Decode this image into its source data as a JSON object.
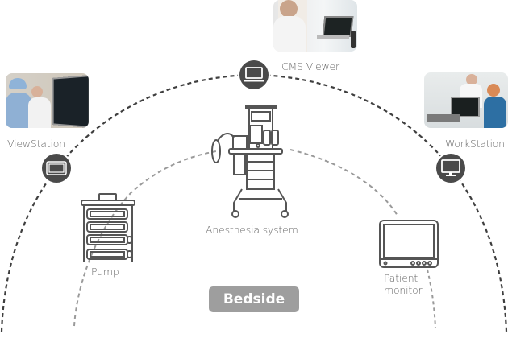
{
  "title": "Bedside connectivity diagram",
  "center_label": "Bedside",
  "nodes": {
    "cms_viewer": {
      "label": "CMS Viewer",
      "icon": "laptop-icon"
    },
    "viewstation": {
      "label": "ViewStation",
      "icon": "display-panel-icon"
    },
    "workstation": {
      "label": "WorkStation",
      "icon": "desktop-monitor-icon"
    },
    "anesthesia": {
      "label": "Anesthesia system",
      "icon": "anesthesia-machine-icon"
    },
    "pump": {
      "label": "Pump",
      "icon": "infusion-pump-icon"
    },
    "patient_monitor": {
      "label": "Patient monitor",
      "label_line1": "Patient",
      "label_line2": "monitor",
      "icon": "patient-monitor-icon"
    }
  },
  "colors": {
    "outer_arc": "#3f3f3f",
    "inner_arc": "#9a9a9a",
    "icon_circle": "#4a4a4a",
    "line_icon": "#555555",
    "badge": "#9e9e9e"
  }
}
